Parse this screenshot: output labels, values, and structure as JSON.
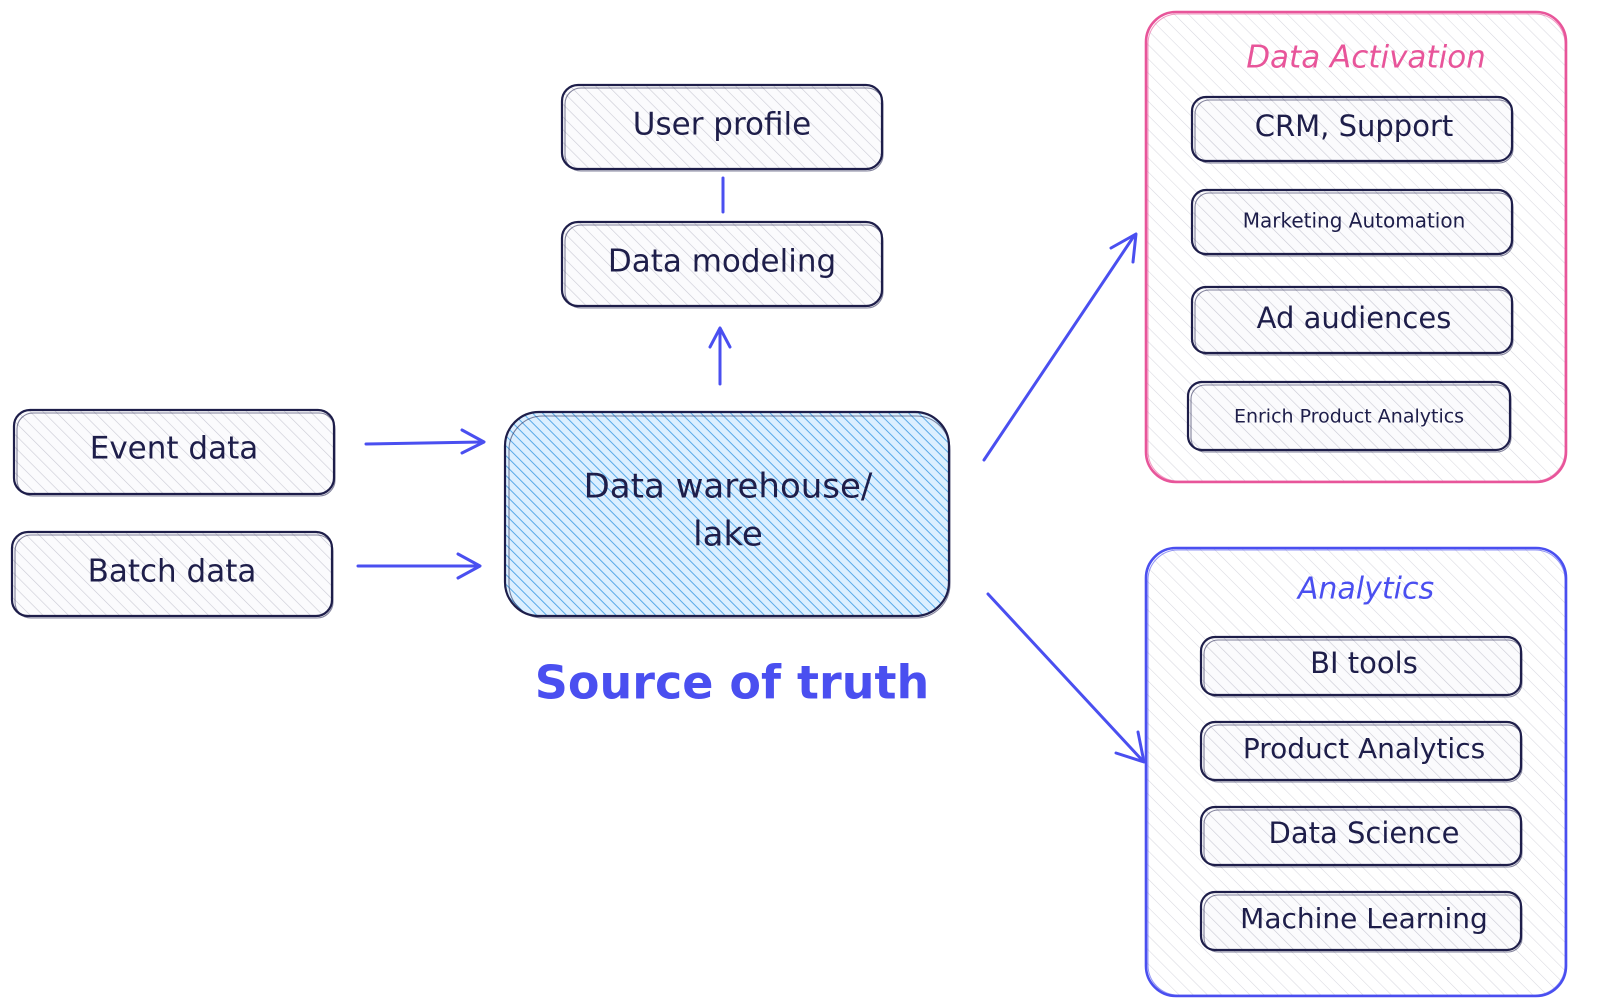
{
  "colors": {
    "ink": "#1e1e4a",
    "accent_blue": "#4a4ff0",
    "activation_pink": "#e8559a",
    "analytics_blue": "#4a4ff0",
    "warehouse_fill": "#a5d8ff"
  },
  "sources": {
    "event": "Event data",
    "batch": "Batch data"
  },
  "center": {
    "warehouse_line1": "Data warehouse/",
    "warehouse_line2": "lake",
    "caption": "Source of truth",
    "modeling": "Data modeling",
    "profile": "User profile"
  },
  "activation": {
    "title": "Data Activation",
    "items": [
      "CRM, Support",
      "Marketing Automation",
      "Ad audiences",
      "Enrich Product Analytics"
    ]
  },
  "analytics": {
    "title": "Analytics",
    "items": [
      "BI tools",
      "Product Analytics",
      "Data Science",
      "Machine Learning"
    ]
  }
}
